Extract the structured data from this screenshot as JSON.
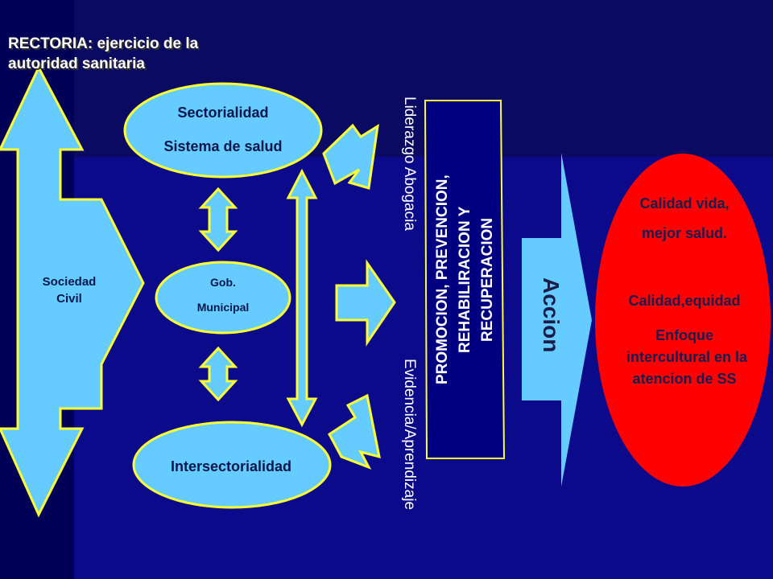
{
  "title": {
    "line1": "RECTORIA: ejercicio de la",
    "line2": "autoridad sanitaria"
  },
  "sociedad": {
    "line1": "Sociedad",
    "line2": "Civil"
  },
  "sectorialidad": {
    "line1": "Sectorialidad",
    "line2": "Sistema de salud"
  },
  "gobierno": {
    "line1": "Gob.",
    "line2": "Municipal"
  },
  "intersectorialidad": {
    "label": "Intersectorialidad"
  },
  "liderazgo": {
    "label": "Liderazgo  Abogacia"
  },
  "evidencia": {
    "label": "Evidencia/Aprendizaje"
  },
  "promocion": {
    "line1": "PROMOCION, PREVENCION,",
    "line2": "REHABILIRACION Y",
    "line3": "RECUPERACION"
  },
  "accion": {
    "label": "Accion"
  },
  "resultado": {
    "line1": "Calidad  vida,",
    "line2": "mejor salud.",
    "line3": "Calidad,equidad",
    "line4": "Enfoque",
    "line5": "intercultural en la",
    "line6": "atencion de SS"
  },
  "colors": {
    "background": "#0a0a63",
    "shape_fill": "#66ccff",
    "outline": "#ffff33",
    "result_fill": "#ff0000"
  }
}
